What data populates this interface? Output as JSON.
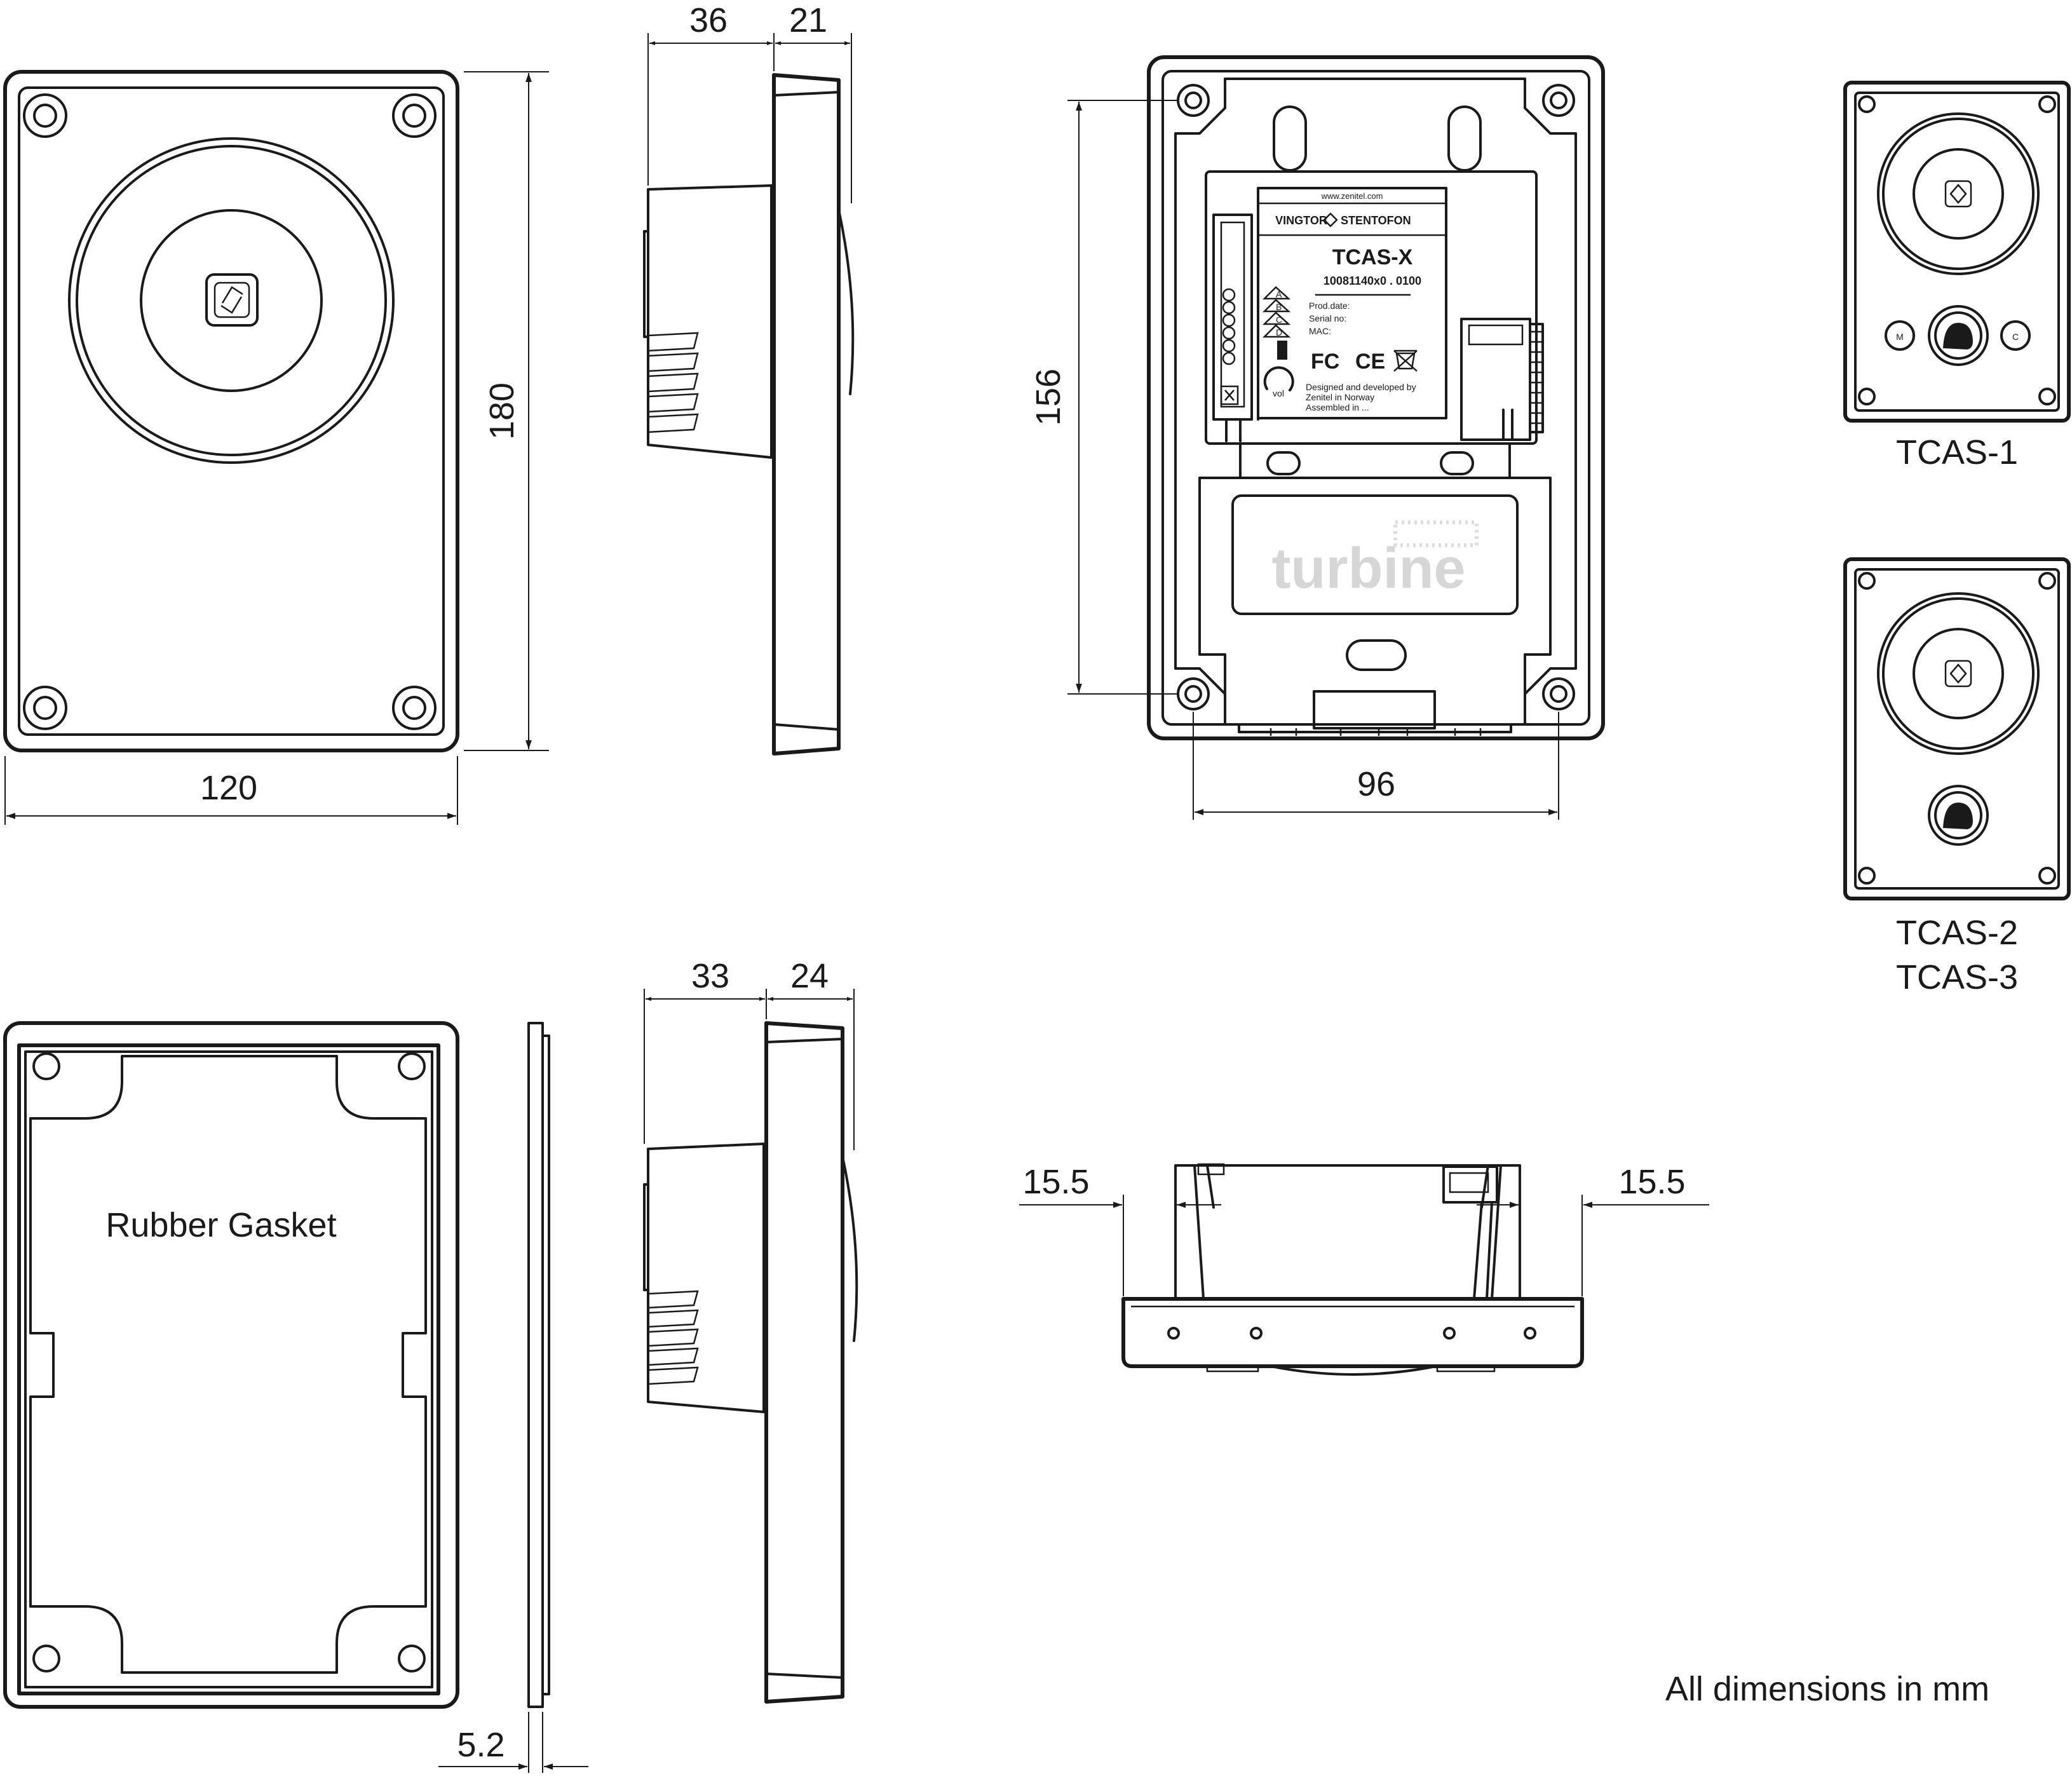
{
  "dimensions": {
    "front_width": "120",
    "front_height": "180",
    "side_depth_back": "36",
    "side_depth_front": "21",
    "rear_hole_height": "156",
    "rear_hole_width": "96",
    "side2_depth_back": "33",
    "side2_depth_front": "24",
    "gasket_thickness": "5.2",
    "bottom_left_offset": "15.5",
    "bottom_right_offset": "15.5"
  },
  "labels": {
    "gasket": "Rubber Gasket",
    "footnote": "All dimensions in mm"
  },
  "variants": {
    "tcas1": "TCAS-1",
    "tcas2": "TCAS-2",
    "tcas3": "TCAS-3",
    "button_m": "M",
    "button_c": "C"
  },
  "rear_label": {
    "website": "www.zenitel.com",
    "brand_left": "VINGTOR",
    "brand_right": "STENTOFON",
    "model": "TCAS-X",
    "part_number": "10081140x0 . 0100",
    "prod_date": "Prod.date:",
    "serial": "Serial no:",
    "mac": "MAC:",
    "fcc": "FC",
    "ce": "CE",
    "designed1": "Designed and developed by",
    "designed2": "Zenitel in Norway",
    "designed3": "Assembled in ...",
    "vol": "vol",
    "term_a": "A",
    "term_b": "B",
    "term_c": "C",
    "term_d": "D",
    "watermark": "turbine"
  },
  "icons": {
    "front_logo": "stentofon-logo-icon",
    "call_button": "call-button-icon",
    "weee": "weee-bin-icon",
    "vol_knob": "volume-knob-icon"
  }
}
